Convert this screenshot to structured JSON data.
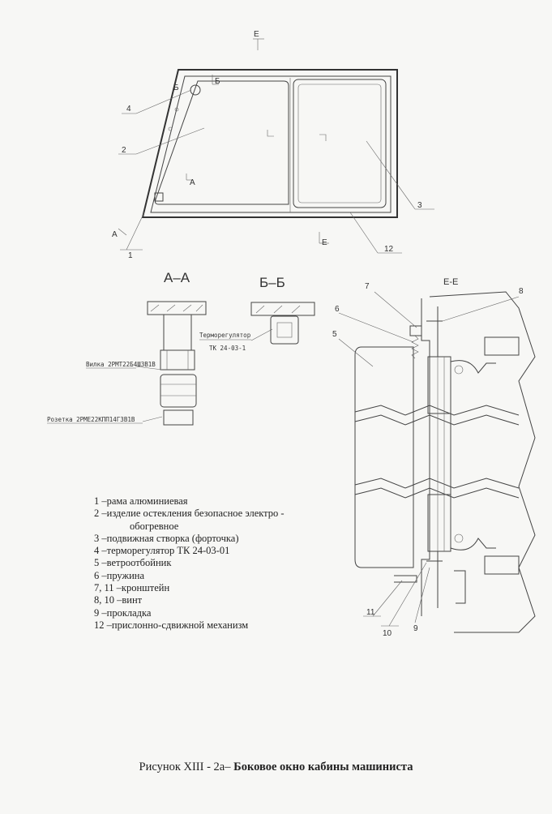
{
  "views": {
    "side_window": {
      "section_marks": [
        "Е",
        "Е",
        "А",
        "А",
        "Б"
      ],
      "callouts": [
        "1",
        "2",
        "3",
        "4",
        "12"
      ]
    },
    "section_aa": {
      "title": "А–А",
      "plug_label": "Вилка 2РМТ22Б4Ш3В1В",
      "socket_label": "Розетка 2РМЕ22КПП14Г3В1В"
    },
    "section_bb": {
      "title": "Б–Б",
      "thermo_label": "Терморегулятор",
      "thermo_model": "ТК 24-03-1"
    },
    "section_ee": {
      "title": "Е-Е",
      "callouts": [
        "7",
        "8",
        "6",
        "5",
        "11",
        "10",
        "9"
      ]
    }
  },
  "legend": [
    {
      "text": "1 –рама алюминиевая"
    },
    {
      "text": "2 –изделие остекления безопасное электро -",
      "cont": "обогревное"
    },
    {
      "text": "3 –подвижная створка (форточка)"
    },
    {
      "text": "4 –терморегулятор ТК 24-03-01"
    },
    {
      "text": "5 –ветроотбойник"
    },
    {
      "text": "6 –пружина"
    },
    {
      "text": "7, 11 –кронштейн"
    },
    {
      "text": "8, 10 –винт"
    },
    {
      "text": "9 –прокладка"
    },
    {
      "text": "12 –прислонно-сдвижной механизм"
    }
  ],
  "caption": {
    "prefix": "Рисунок XIII - 2а– ",
    "title": "Боковое окно кабины машиниста"
  }
}
